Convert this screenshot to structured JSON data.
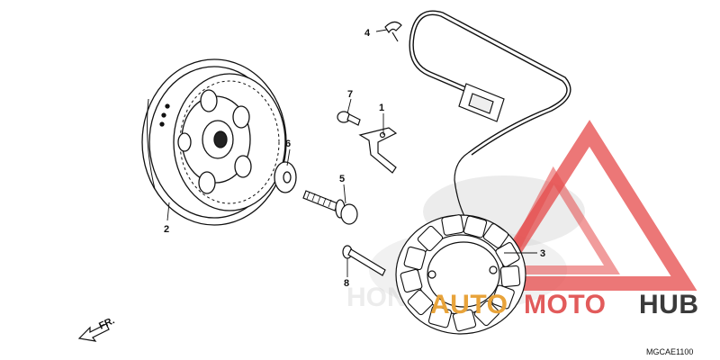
{
  "diagram": {
    "code": "MGCAE1100",
    "front_arrow_label": "FR.",
    "callouts": [
      {
        "id": "1",
        "part": "bracket"
      },
      {
        "id": "2",
        "part": "flywheel"
      },
      {
        "id": "3",
        "part": "stator"
      },
      {
        "id": "4",
        "part": "clip"
      },
      {
        "id": "5",
        "part": "flange-bolt"
      },
      {
        "id": "6",
        "part": "washer"
      },
      {
        "id": "7",
        "part": "small-bolt"
      },
      {
        "id": "8",
        "part": "long-bolt"
      }
    ]
  },
  "watermark": {
    "part1": "AUTO",
    "part2": "MOTO",
    "part3": "HUB",
    "colors": {
      "part1": "#e8a33a",
      "part2": "#e25b5b",
      "part3": "#3a3a3a",
      "triangle": "#e64a4a"
    }
  }
}
